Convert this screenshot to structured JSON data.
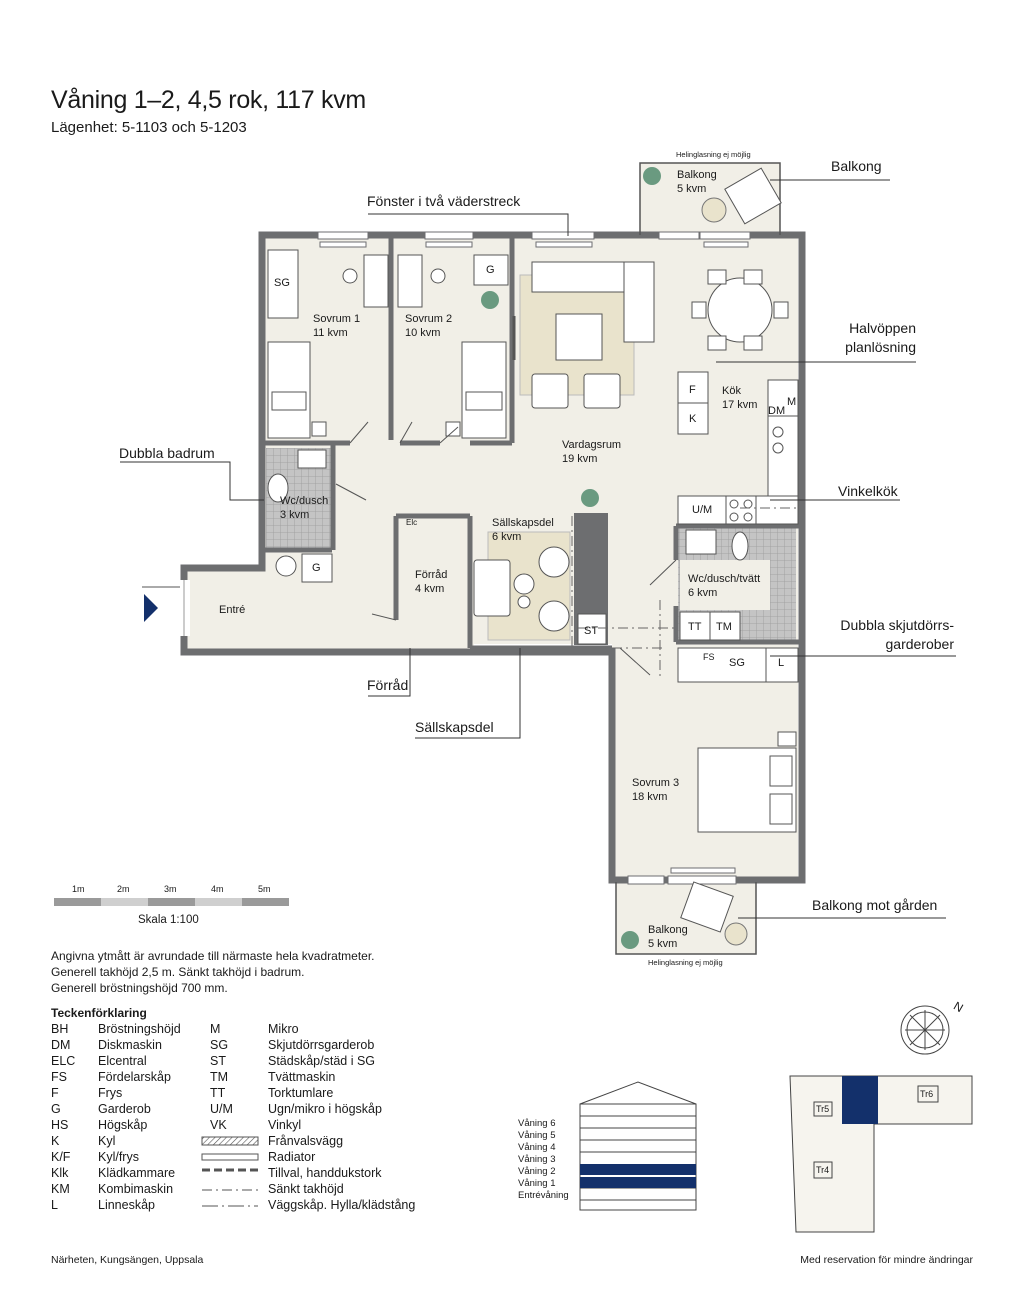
{
  "header": {
    "title": "Våning 1–2, 4,5 rok, 117 kvm",
    "subtitle": "Lägenhet: 5-1103 och 5-1203"
  },
  "rooms": [
    {
      "name": "Sovrum 1",
      "area": "11 kvm"
    },
    {
      "name": "Sovrum 2",
      "area": "10 kvm"
    },
    {
      "name": "Vardagsrum",
      "area": "19 kvm"
    },
    {
      "name": "Kök",
      "area": "17 kvm"
    },
    {
      "name": "Wc/dusch",
      "area": "3 kvm"
    },
    {
      "name": "Sällskapsdel",
      "area": "6 kvm"
    },
    {
      "name": "Förråd",
      "area": "4 kvm"
    },
    {
      "name": "Wc/dusch/tvätt",
      "area": "6 kvm"
    },
    {
      "name": "Sovrum 3",
      "area": "18 kvm"
    },
    {
      "name": "Balkong",
      "area": "5 kvm"
    },
    {
      "name": "Balkong",
      "area": "5 kvm"
    },
    {
      "name": "Entré",
      "area": ""
    }
  ],
  "fixtures": {
    "sg": "SG",
    "g": "G",
    "f": "F",
    "k": "K",
    "dm": "DM",
    "m": "M",
    "um": "U/M",
    "st": "ST",
    "tt": "TT",
    "tm": "TM",
    "fs": "FS",
    "l": "L",
    "elc": "Elc"
  },
  "balcony_notes": {
    "top": "Helinglasning ej möjlig",
    "bottom": "Helinglasning ej möjlig"
  },
  "callouts": {
    "balkong": "Balkong",
    "fonster": "Fönster i två väderstreck",
    "halvoppen_1": "Halvöppen",
    "halvoppen_2": "planlösning",
    "dubbla_badrum": "Dubbla badrum",
    "vinkelkok": "Vinkelkök",
    "skjutdorr_1": "Dubbla skjutdörrs-",
    "skjutdorr_2": "garderober",
    "forrad": "Förråd",
    "sallskapsdel": "Sällskapsdel",
    "balkong_garden": "Balkong mot gården"
  },
  "scale": {
    "ticks": [
      "1m",
      "2m",
      "3m",
      "4m",
      "5m"
    ],
    "caption": "Skala 1:100"
  },
  "notes": [
    "Angivna ytmått är avrundade till närmaste hela kvadratmeter.",
    "Generell takhöjd 2,5 m. Sänkt takhöjd i badrum.",
    "Generell bröstningshöjd 700 mm."
  ],
  "legend": {
    "title": "Teckenförklaring",
    "left": [
      {
        "code": "BH",
        "label": "Bröstningshöjd"
      },
      {
        "code": "DM",
        "label": "Diskmaskin"
      },
      {
        "code": "ELC",
        "label": "Elcentral"
      },
      {
        "code": "FS",
        "label": "Fördelarskåp"
      },
      {
        "code": "F",
        "label": "Frys"
      },
      {
        "code": "G",
        "label": "Garderob"
      },
      {
        "code": "HS",
        "label": "Högskåp"
      },
      {
        "code": "K",
        "label": "Kyl"
      },
      {
        "code": "K/F",
        "label": "Kyl/frys"
      },
      {
        "code": "Klk",
        "label": "Klädkammare"
      },
      {
        "code": "KM",
        "label": "Kombimaskin"
      },
      {
        "code": "L",
        "label": "Linneskåp"
      }
    ],
    "right": [
      {
        "code": "M",
        "label": "Mikro"
      },
      {
        "code": "SG",
        "label": "Skjutdörrsgarderob"
      },
      {
        "code": "ST",
        "label": "Städskåp/städ i SG"
      },
      {
        "code": "TM",
        "label": "Tvättmaskin"
      },
      {
        "code": "TT",
        "label": "Torktumlare"
      },
      {
        "code": "U/M",
        "label": "Ugn/mikro i högskåp"
      },
      {
        "code": "VK",
        "label": "Vinkyl"
      },
      {
        "code": "",
        "label": "Frånvalsvägg"
      },
      {
        "code": "",
        "label": "Radiator"
      },
      {
        "code": "",
        "label": "Tillval, handdukstork"
      },
      {
        "code": "",
        "label": "Sänkt takhöjd"
      },
      {
        "code": "",
        "label": "Väggskåp. Hylla/klädstång"
      }
    ]
  },
  "floors": {
    "labels": [
      "Våning 6",
      "Våning 5",
      "Våning 4",
      "Våning 3",
      "Våning 2",
      "Våning 1",
      "Entrévåning"
    ],
    "highlighted": [
      "Våning 2",
      "Våning 1"
    ]
  },
  "site": {
    "tr5": "Tr5",
    "tr6": "Tr6",
    "tr4": "Tr4",
    "north": "N"
  },
  "footer": {
    "left": "Närheten, Kungsängen, Uppsala",
    "right": "Med reservation för mindre ändringar"
  },
  "colors": {
    "wall": "#6d6e70",
    "floor": "#f1efe7",
    "rug": "#e9e3cc",
    "tile": "#b8b8b8",
    "accent": "#13306b",
    "text": "#1a1a1a"
  }
}
